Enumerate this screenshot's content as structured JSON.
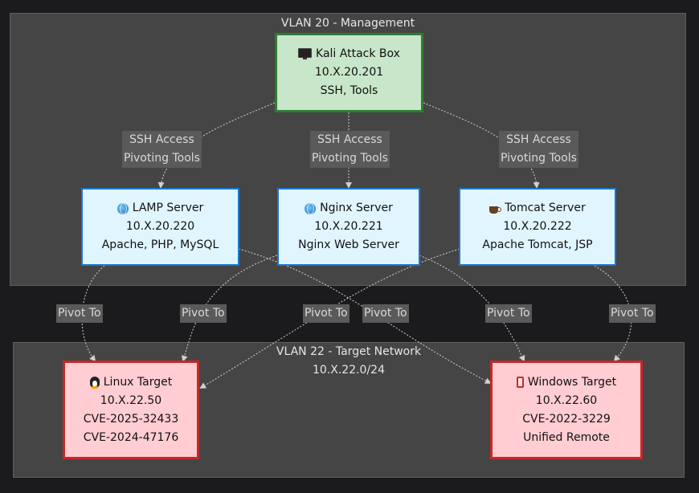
{
  "clusters": {
    "management": {
      "title": "VLAN 20 - Management"
    },
    "target": {
      "title": "VLAN 22 - Target Network",
      "subtitle": "10.X.22.0/24"
    }
  },
  "nodes": {
    "kali": {
      "icon": "desktop-computer-icon",
      "name": "Kali Attack Box",
      "ip": "10.X.20.201",
      "detail": "SSH, Tools"
    },
    "lamp": {
      "icon": "globe-icon",
      "name": "LAMP Server",
      "ip": "10.X.20.220",
      "detail": "Apache, PHP, MySQL"
    },
    "nginx": {
      "icon": "globe-icon",
      "name": "Nginx Server",
      "ip": "10.X.20.221",
      "detail": "Nginx Web Server"
    },
    "tomcat": {
      "icon": "coffee-icon",
      "name": "Tomcat Server",
      "ip": "10.X.20.222",
      "detail": "Apache Tomcat, JSP"
    },
    "linux": {
      "icon": "penguin-icon",
      "name": "Linux Target",
      "ip": "10.X.22.50",
      "cve1": "CVE-2025-32433",
      "cve2": "CVE-2024-47176"
    },
    "windows": {
      "icon": "mobile-phone-icon",
      "name": "Windows Target",
      "ip": "10.X.22.60",
      "cve1": "CVE-2022-3229",
      "detail": "Unified Remote"
    }
  },
  "edge_labels": {
    "kali_lamp": {
      "line1": "SSH Access",
      "line2": "Pivoting Tools"
    },
    "kali_nginx": {
      "line1": "SSH Access",
      "line2": "Pivoting Tools"
    },
    "kali_tomcat": {
      "line1": "SSH Access",
      "line2": "Pivoting Tools"
    },
    "lamp_linux": "Pivot To",
    "nginx_linux": "Pivot To",
    "tomcat_linux": "Pivot To",
    "lamp_windows": "Pivot To",
    "nginx_windows": "Pivot To",
    "tomcat_windows": "Pivot To"
  },
  "colors": {
    "background": "#1b1b1d",
    "cluster_fill": "#454545",
    "kali_fill": "#c8e6c9",
    "kali_border": "#2e7d32",
    "web_fill": "#e1f5fe",
    "web_border": "#1976d2",
    "target_fill": "#ffcdd2",
    "target_border": "#c62828"
  }
}
